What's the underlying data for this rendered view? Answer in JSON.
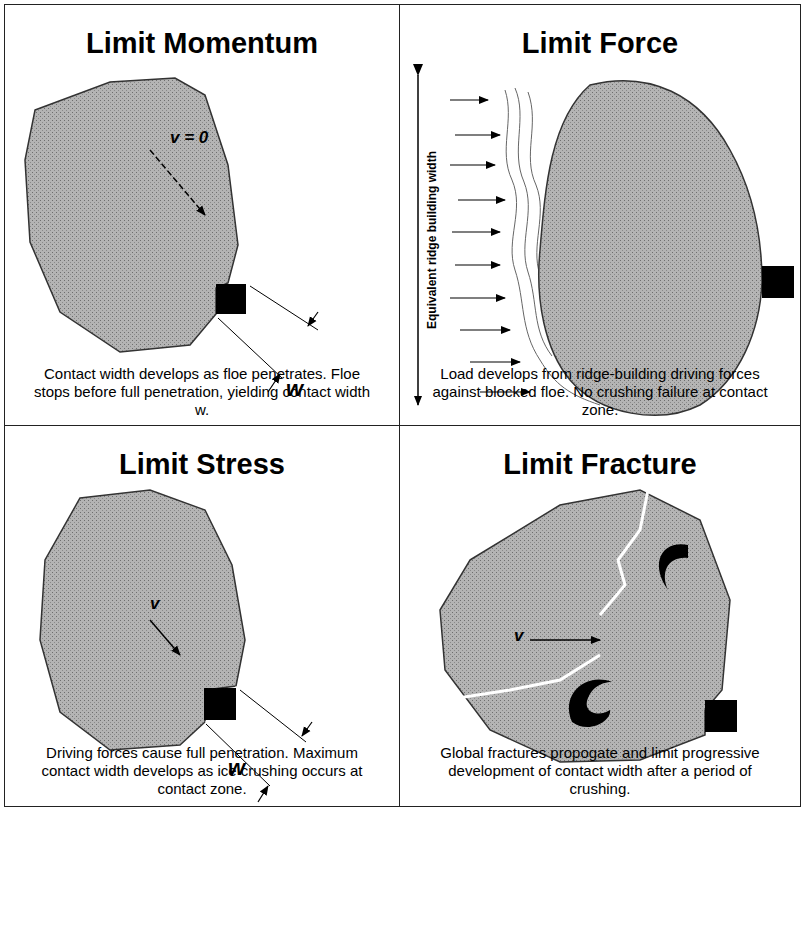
{
  "diagram": {
    "nodes": [
      {
        "text": [
          "Limit Momentum",
          "Contact width develops  as floe penetrates. Floe stops before full penetration, yielding contact width w."
        ]
      },
      {
        "text": [
          "Limit Force",
          "Load develops from ridge-building driving forces against blocked floe. No crushing failure at contact zone."
        ]
      },
      {
        "text": [
          "Limit Stress",
          "Driving forces cause full penetration. Maximum contact width develops as ice crushing occurs at contact zone."
        ]
      },
      {
        "text": [
          "Limit Fracture",
          "Global fractures propogate and limit progressive development of contact width after a period of crushing."
        ]
      }
    ],
    "labels": [
      "v = 0",
      "w",
      "Equivalent ridge building width",
      "v",
      "w",
      "v"
    ]
  }
}
